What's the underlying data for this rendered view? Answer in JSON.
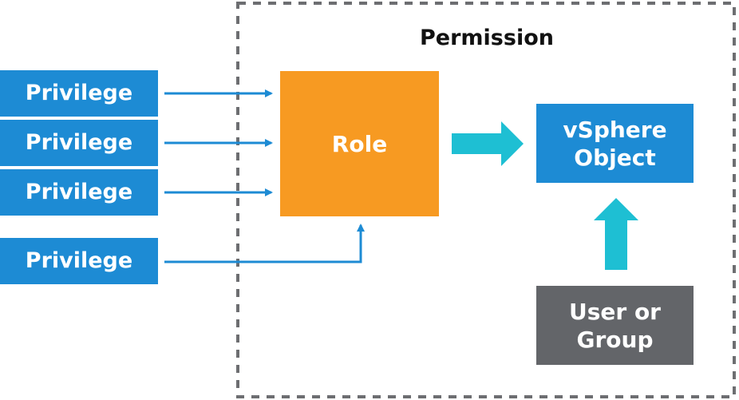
{
  "diagram": {
    "container_title": "Permission",
    "privileges": [
      "Privilege",
      "Privilege",
      "Privilege",
      "Privilege"
    ],
    "role": "Role",
    "object": "vSphere\nObject",
    "principal": "User or\nGroup"
  },
  "colors": {
    "privilege_fill": "#1d8bd4",
    "role_fill": "#f79a22",
    "object_fill": "#1d8bd4",
    "principal_fill": "#636569",
    "big_arrow_fill": "#1ebfd3",
    "line_arrow": "#1d8bd4",
    "dashed_border": "#6d6e71"
  }
}
